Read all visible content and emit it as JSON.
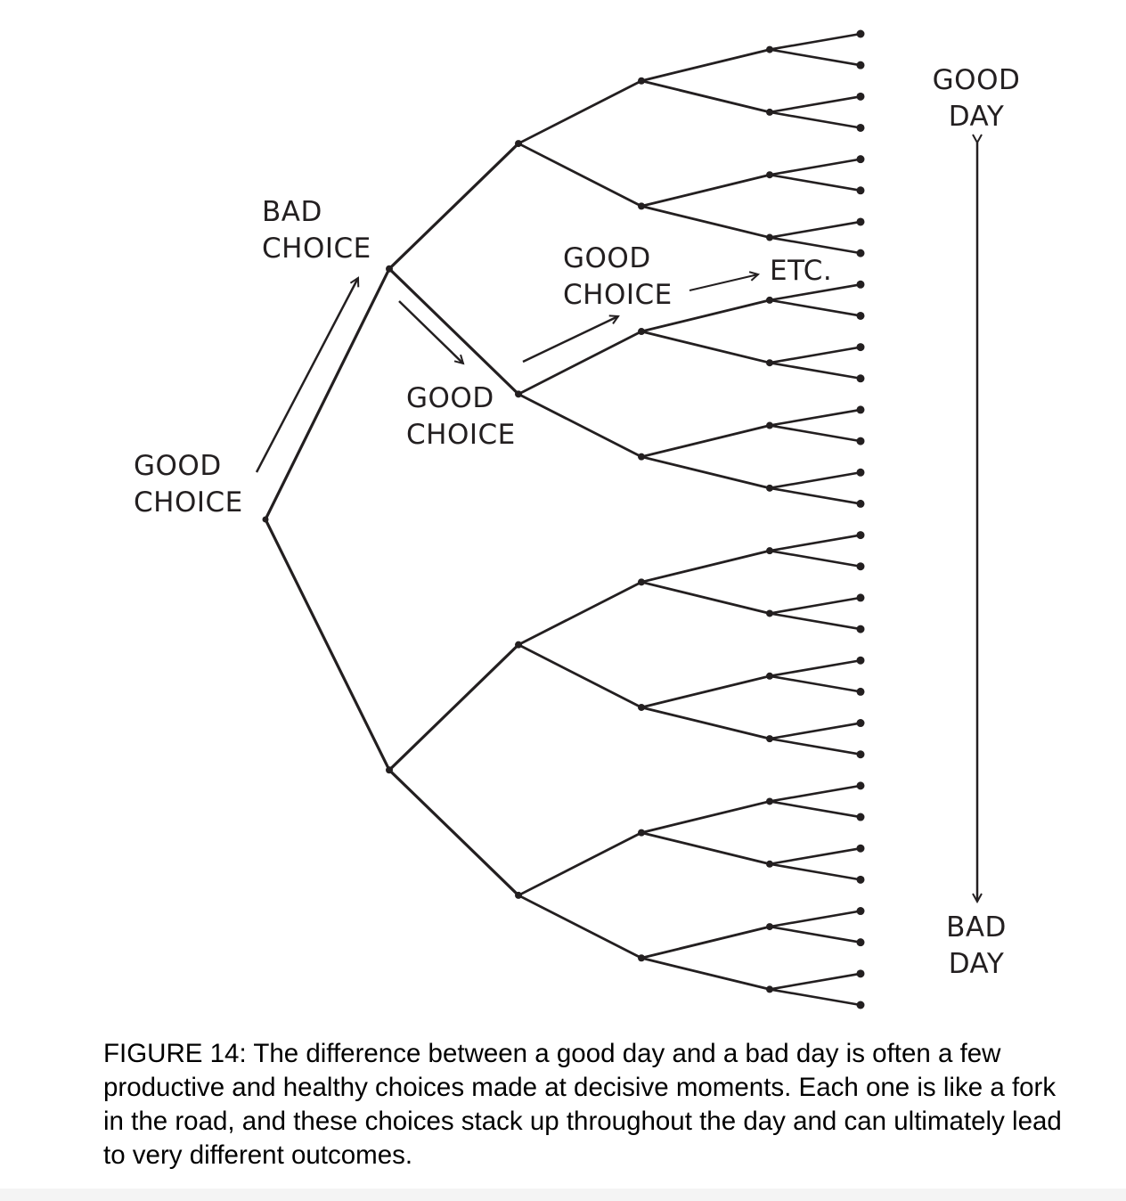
{
  "labels": {
    "first_choice": [
      "GOOD",
      "CHOICE"
    ],
    "bad_choice": [
      "BAD",
      "CHOICE"
    ],
    "second_choice": [
      "GOOD",
      "CHOICE"
    ],
    "third_choice": [
      "GOOD",
      "CHOICE"
    ],
    "etc": "ETC.",
    "good_day": [
      "GOOD",
      "DAY"
    ],
    "bad_day": [
      "BAD",
      "DAY"
    ]
  },
  "caption": "FIGURE 14: The difference between a good day and a bad day is often a few productive and healthy choices made at decisive moments. Each one is like a fork in the road, and these choices stack up throughout the day and can ultimately lead to very different outcomes.",
  "colors": {
    "line": "#231f20",
    "text": "#231f20"
  }
}
